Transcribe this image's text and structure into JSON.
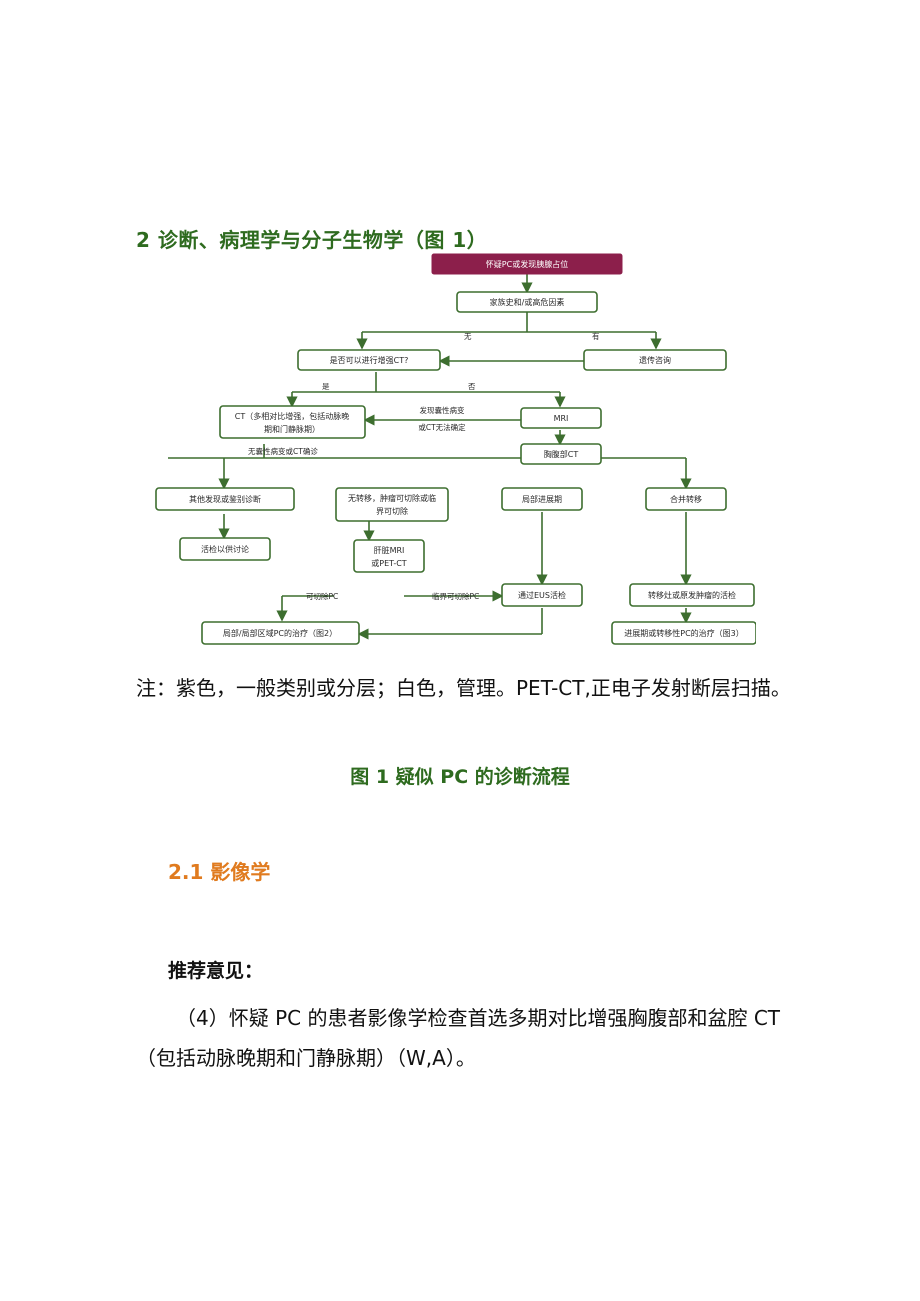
{
  "section_title": "2 诊断、病理学与分子生物学（图 1）",
  "flowchart": {
    "nodes": {
      "top": "怀疑PC或发现胰腺占位",
      "family": "家族史和/或高危因素",
      "ct_q": "是否可以进行增强CT?",
      "genetic": "遗传咨询",
      "ct_main_1": "CT（多相对比增强，包括动脉晚",
      "ct_main_2": "期和门静脉期）",
      "mri": "MRI",
      "chest_ct": "胸腹部CT",
      "other": "其他发现或鉴别诊断",
      "biopsy": "活检以供讨论",
      "resectable_1": "无转移，肿瘤可切除或临",
      "resectable_2": "界可切除",
      "liver_mri_1": "肝脏MRI",
      "liver_mri_2": "或PET-CT",
      "local_adv": "局部进展期",
      "metastasis": "合并转移",
      "eus": "通过EUS活检",
      "meta_biopsy": "转移灶或原发肿瘤的活检",
      "local_tx": "局部/局部区域PC的治疗（图2）",
      "adv_tx": "进展期或转移性PC的治疗（图3）"
    },
    "edges": {
      "no": "无",
      "yes": "有",
      "shi": "是",
      "fou": "否",
      "cystic_1": "发现囊性病变",
      "cystic_2": "或CT无法确定",
      "noncystic": "无囊性病变或CT确诊",
      "resectable_pc": "可切除PC",
      "borderline_pc": "临界可切除PC"
    }
  },
  "note": "注：紫色，一般类别或分层；白色，管理。PET-CT,正电子发射断层扫描。",
  "figure_caption": "图 1 疑似 PC 的诊断流程",
  "subsection_title": "2.1 影像学",
  "recommendation_title": "推荐意见：",
  "paragraph": "（4）怀疑 PC 的患者影像学检查首选多期对比增强胸腹部和盆腔 CT（包括动脉晚期和门静脉期）（W,A）。",
  "colors": {
    "title_green": "#2e6b1f",
    "subtitle_orange": "#e07b1f",
    "top_box_purple": "#8c1f4b",
    "box_border_green": "#3d6e2f"
  }
}
